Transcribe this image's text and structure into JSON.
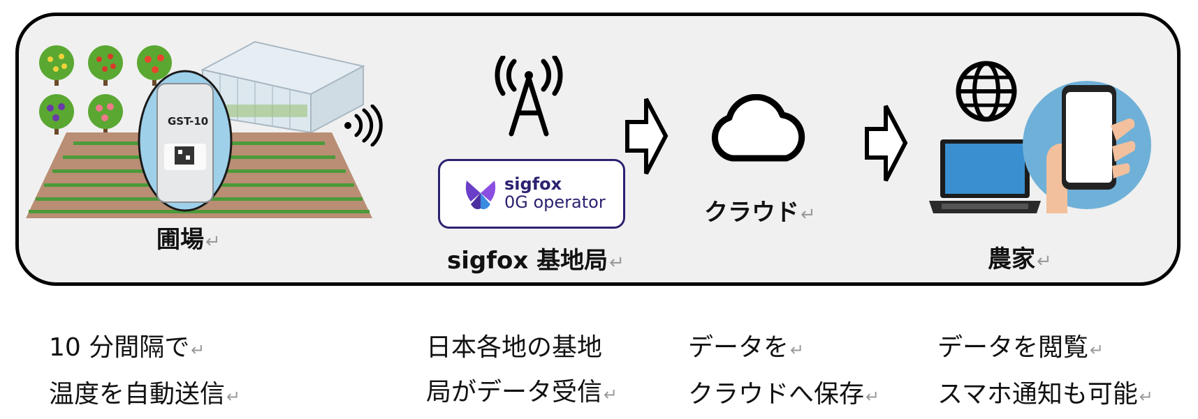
{
  "nodes": {
    "field": {
      "label": "圃場"
    },
    "basestation": {
      "label": "sigfox 基地局",
      "badge_name": "sigfox",
      "badge_sub": "0G operator"
    },
    "cloud": {
      "label": "クラウド"
    },
    "farmer": {
      "label": "農家"
    }
  },
  "device": {
    "line1": "GST-10"
  },
  "return_mark": "↵",
  "descriptions": {
    "field": [
      "10 分間隔で",
      "温度を自動送信"
    ],
    "basestation": [
      "日本各地の基地",
      "局がデータ受信"
    ],
    "cloud": [
      "データを",
      "クラウドへ保存"
    ],
    "farmer": [
      "データを閲覧",
      "スマホ通知も可能"
    ]
  },
  "icons": [
    "orchard-trees-icon",
    "greenhouse-icon",
    "crop-field-icon",
    "sensor-device-icon",
    "signal-waves-icon",
    "antenna-tower-icon",
    "sigfox-logo-icon",
    "arrow-right-icon",
    "cloud-icon",
    "globe-icon",
    "laptop-icon",
    "smartphone-hand-icon"
  ],
  "colors": {
    "sigfox_navy": "#2b2270",
    "panel_bg": "#f0f0f0",
    "laptop_screen": "#3a8fd0",
    "phone_circle": "#6fb0d8"
  }
}
